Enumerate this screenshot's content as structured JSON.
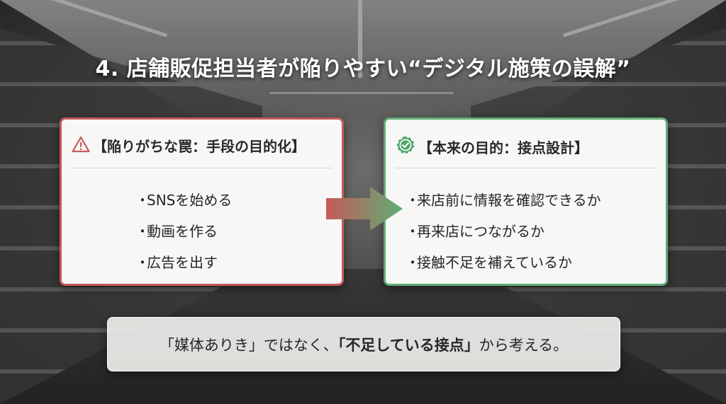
{
  "title": "4. 店舗販促担当者が陥りやすい“デジタル施策の誤解”",
  "left_card": {
    "icon": "warning-triangle-icon",
    "heading": "【陥りがちな罠：手段の目的化】",
    "bullet": "・",
    "items": [
      "SNSを始める",
      "動画を作る",
      "広告を出す"
    ],
    "border_color": "#c65a5a"
  },
  "right_card": {
    "icon": "check-badge-icon",
    "heading": "【本来の目的：接点設計】",
    "bullet": "・",
    "items": [
      "来店前に情報を確認できるか",
      "再来店につながるか",
      "接触不足を補えているか"
    ],
    "border_color": "#5fae76"
  },
  "arrow": {
    "icon": "arrow-right-icon",
    "from_color": "#c65a5a",
    "to_color": "#5fae76"
  },
  "banner": {
    "part1": "「媒体ありき」ではなく、",
    "part2": "「不足している接点」",
    "part3": "から考える。"
  }
}
